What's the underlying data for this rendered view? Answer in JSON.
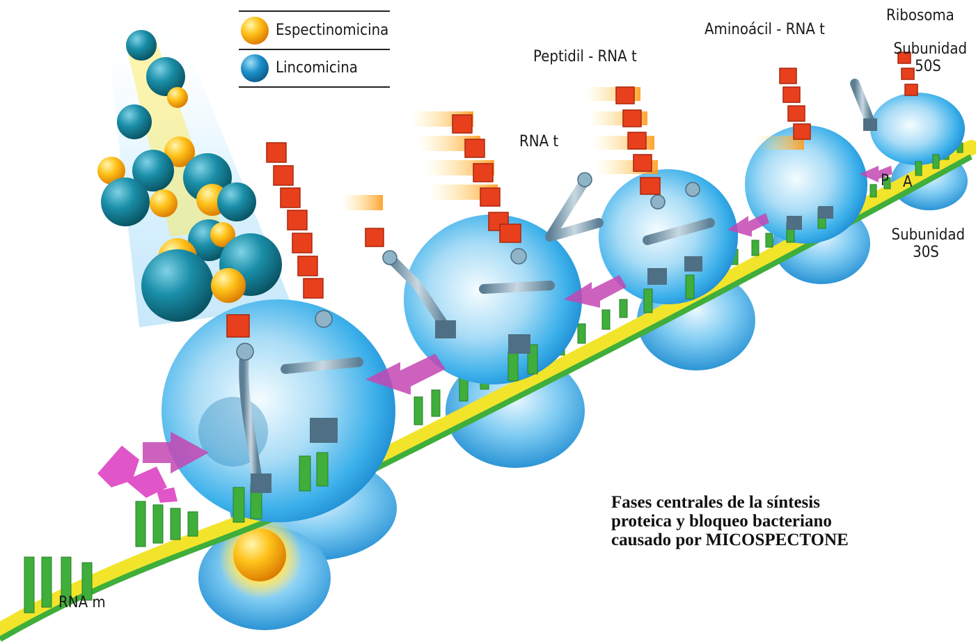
{
  "legend": {
    "items": [
      {
        "label": "Espectinomicina",
        "color": "#f5a800"
      },
      {
        "label": "Lincomicina",
        "color": "#1b8fc9"
      }
    ]
  },
  "labels": {
    "ribosoma": "Ribosoma",
    "subunidad_50s_line1": "Subunidad",
    "subunidad_50s_line2": "50S",
    "subunidad_30s_line1": "Subunidad",
    "subunidad_30s_line2": "30S",
    "aminoacil": "Aminoácil - RNA t",
    "peptidil": "Peptidil - RNA t",
    "rna_t": "RNA t",
    "site_p": "P",
    "site_a": "A",
    "rna_m": "RNA m"
  },
  "caption": {
    "line1": "Fases centrales de la síntesis",
    "line2": "proteica y bloqueo bacteriano",
    "line3": "causado por MICOSPECTONE"
  },
  "colors": {
    "ribosome": "#29a9e6",
    "mrna": "#3fae3b",
    "amino_acid": "#e8401c",
    "trna": "#7a99ad",
    "arrow": "#c447b3",
    "espectinomicina": "#f5a800",
    "lincomicina": "#1b8fc9"
  }
}
